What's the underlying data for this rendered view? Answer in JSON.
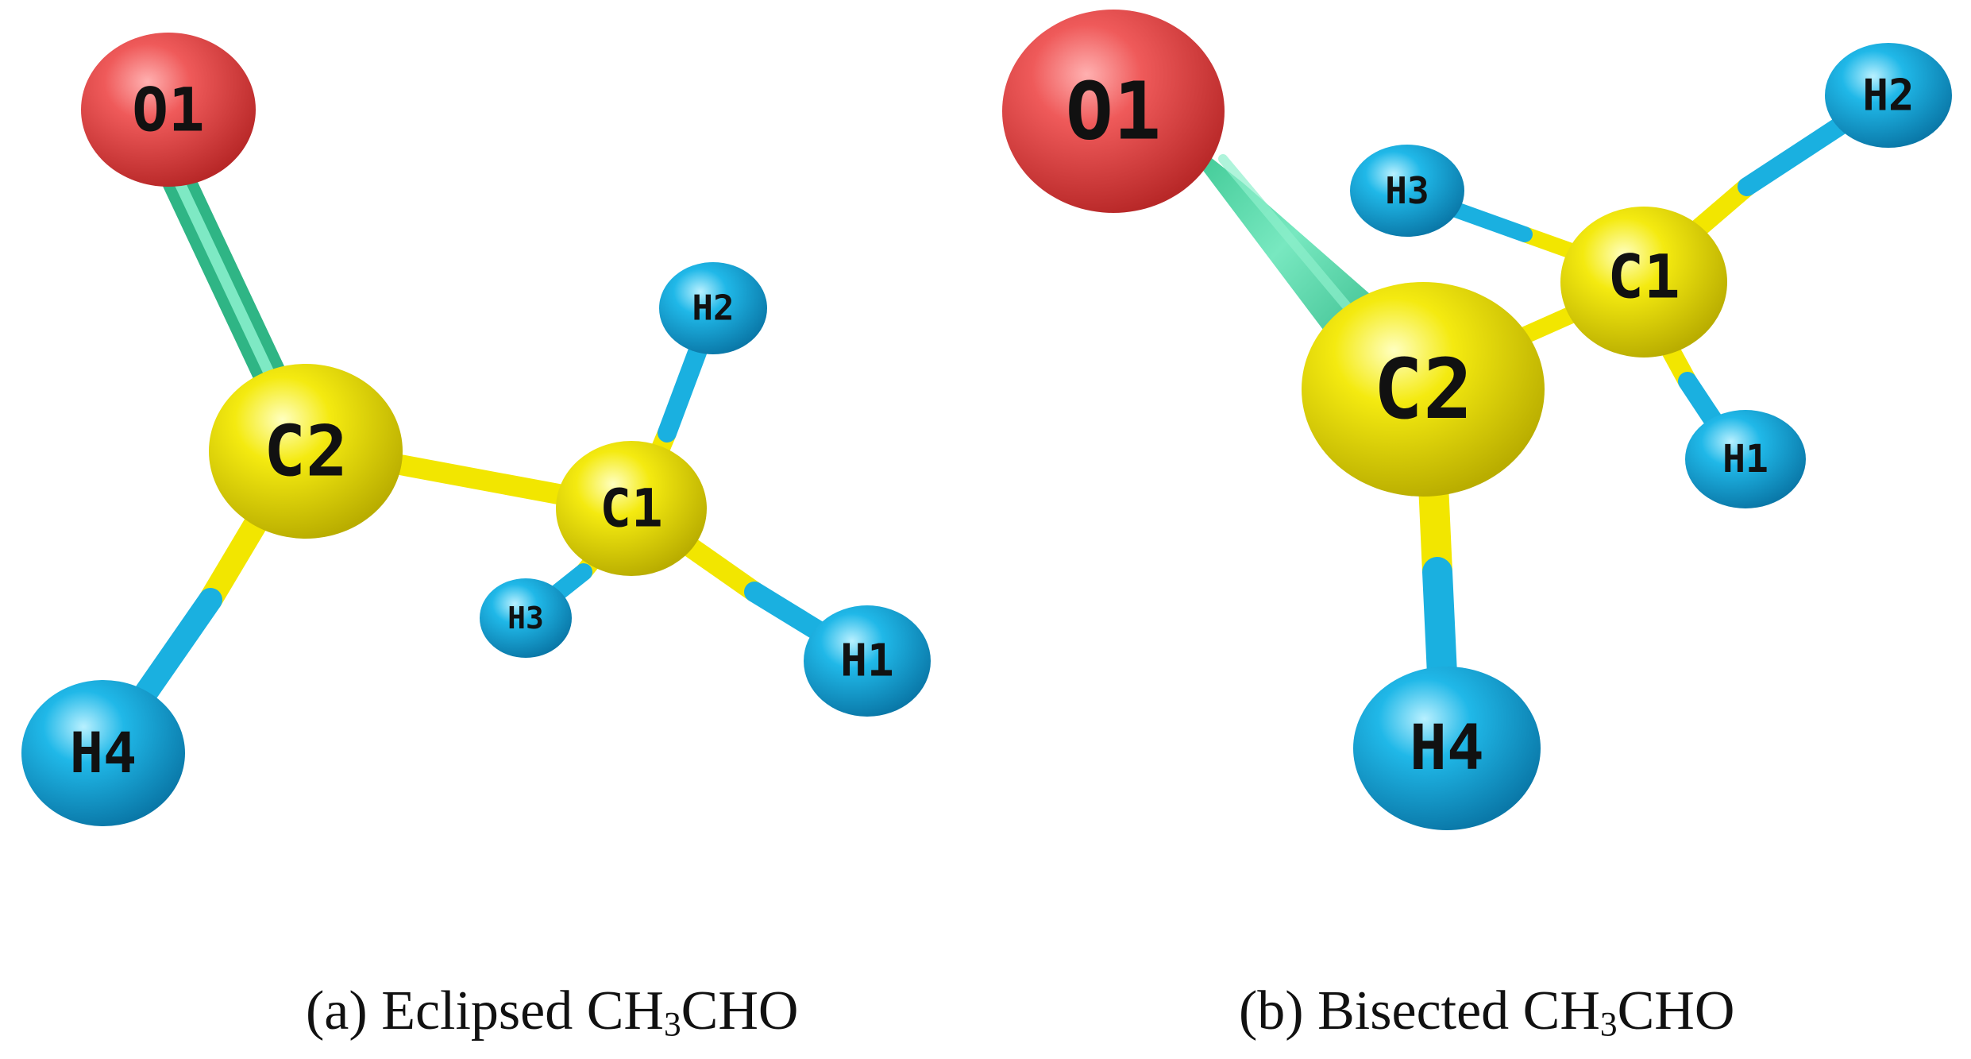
{
  "colors": {
    "oxygen": "#e84a4a",
    "carbon": "#f2e600",
    "hydrogen": "#1ab0e0",
    "double_bond": "#3cc99b",
    "background": "#ffffff"
  },
  "panels": [
    {
      "caption": {
        "prefix": "(a) Eclipsed CH",
        "sub": "3",
        "suffix": "CHO"
      },
      "atoms": [
        {
          "label": "O1",
          "element": "oxygen"
        },
        {
          "label": "C2",
          "element": "carbon"
        },
        {
          "label": "C1",
          "element": "carbon"
        },
        {
          "label": "H2",
          "element": "hydrogen"
        },
        {
          "label": "H3",
          "element": "hydrogen"
        },
        {
          "label": "H1",
          "element": "hydrogen"
        },
        {
          "label": "H4",
          "element": "hydrogen"
        }
      ]
    },
    {
      "caption": {
        "prefix": "(b) Bisected CH",
        "sub": "3",
        "suffix": "CHO"
      },
      "atoms": [
        {
          "label": "O1",
          "element": "oxygen"
        },
        {
          "label": "C2",
          "element": "carbon"
        },
        {
          "label": "C1",
          "element": "carbon"
        },
        {
          "label": "H2",
          "element": "hydrogen"
        },
        {
          "label": "H3",
          "element": "hydrogen"
        },
        {
          "label": "H1",
          "element": "hydrogen"
        },
        {
          "label": "H4",
          "element": "hydrogen"
        }
      ]
    }
  ]
}
